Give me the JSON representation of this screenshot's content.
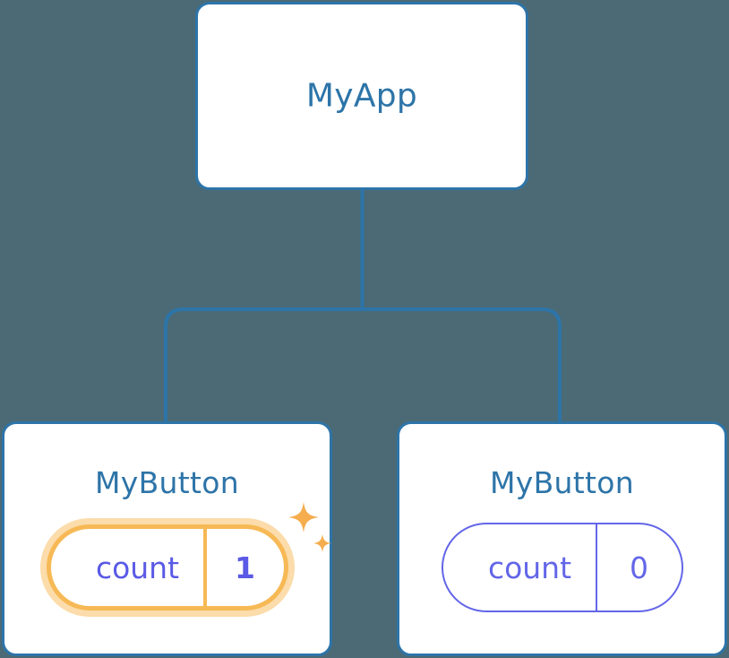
{
  "diagram": {
    "type": "component-tree",
    "background_color": "#4b6a75",
    "node_border_color": "#2d74a8",
    "node_title_color": "#2d74a8",
    "connector_color": "#2d74a8",
    "highlight_color": "#f7b955",
    "highlight_glow_color": "#fbdcaa",
    "state_color": "#6366e8",
    "root": {
      "title": "MyApp"
    },
    "children": [
      {
        "title": "MyButton",
        "state_key": "count",
        "state_value": "1",
        "highlighted": true,
        "sparkle_icons": [
          "sparkle-large-icon",
          "sparkle-small-icon"
        ]
      },
      {
        "title": "MyButton",
        "state_key": "count",
        "state_value": "0",
        "highlighted": false
      }
    ]
  }
}
